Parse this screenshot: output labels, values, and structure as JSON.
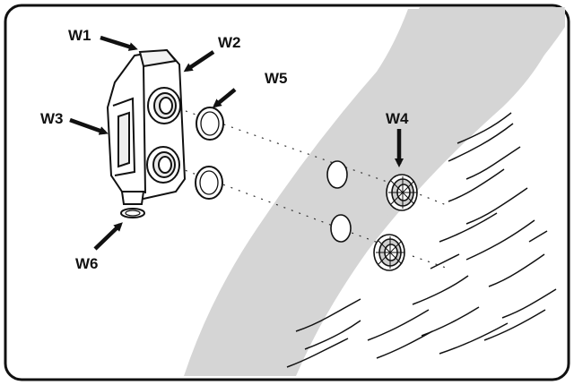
{
  "callouts": {
    "w1": "W1",
    "w2": "W2",
    "w3": "W3",
    "w4": "W4",
    "w5": "W5",
    "w6": "W6"
  },
  "colors": {
    "frame": "#111111",
    "shading": "#d5d5d5",
    "line": "#1a1a1a",
    "part_fill": "#ffffff"
  },
  "icons": {
    "arrow": "arrow-icon",
    "water": "water-wave-icon"
  }
}
